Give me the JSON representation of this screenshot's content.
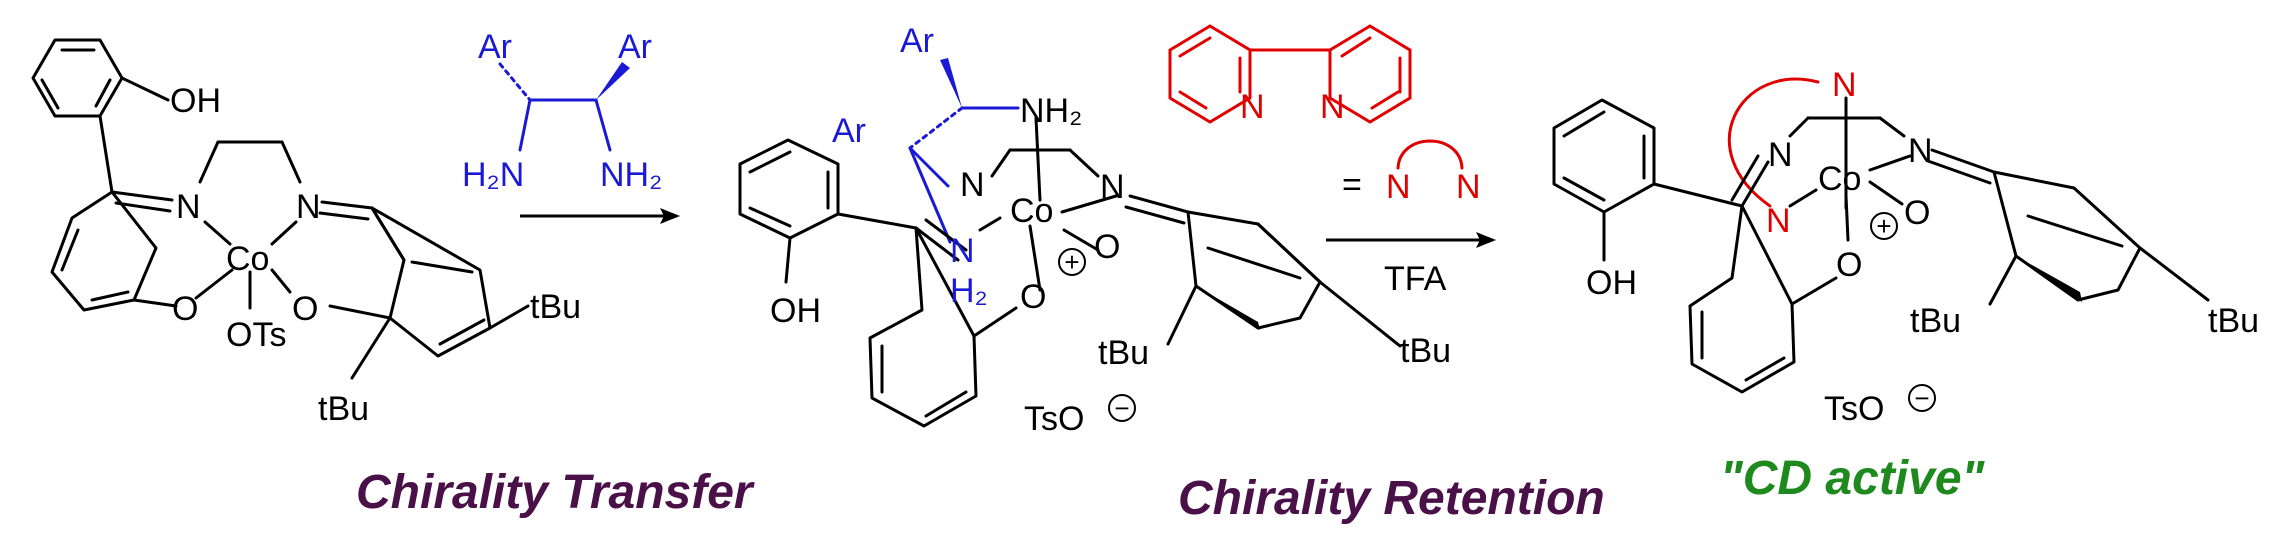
{
  "colors": {
    "caption": "#4a1048",
    "cd_active": "#1e8a1e",
    "diamine": "#1a1ad6",
    "bipyridine": "#e00000"
  },
  "structure1": {
    "oh": "OH",
    "n1": "N",
    "n2": "N",
    "co": "Co",
    "o1": "O",
    "o2": "O",
    "ots": "OTs",
    "tbu1": "tBu",
    "tbu2": "tBu"
  },
  "reagent1": {
    "ar1": "Ar",
    "ar2": "Ar",
    "nh2_left": "H₂N",
    "nh2_right": "NH₂"
  },
  "structure2": {
    "ar1": "Ar",
    "ar2": "Ar",
    "nh2_top": "NH₂",
    "n_mid": "N",
    "co": "Co",
    "n_imine": "N",
    "nh2_bottom_n": "N",
    "nh2_bottom_h": "H₂",
    "o_bottom": "O",
    "o_right": "O",
    "charge": "+",
    "oh": "OH",
    "tbu1": "tBu",
    "tbu2": "tBu",
    "counterion": "TsO",
    "counter_charge": "−"
  },
  "reagent2": {
    "n1": "N",
    "n2": "N",
    "equals": "=",
    "n_arc_left": "N",
    "n_arc_right": "N",
    "acid": "TFA"
  },
  "structure3": {
    "n_top": "N",
    "n_imine_left": "N",
    "co": "Co",
    "n_imine_right": "N",
    "n_red_lower": "N",
    "o_right": "O",
    "o_bottom": "O",
    "charge": "+",
    "oh": "OH",
    "tbu1": "tBu",
    "tbu2": "tBu",
    "counterion": "TsO",
    "counter_charge": "−"
  },
  "captions": {
    "transfer": "Chirality Transfer",
    "retention": "Chirality Retention",
    "cd_active": "\"CD active\""
  }
}
